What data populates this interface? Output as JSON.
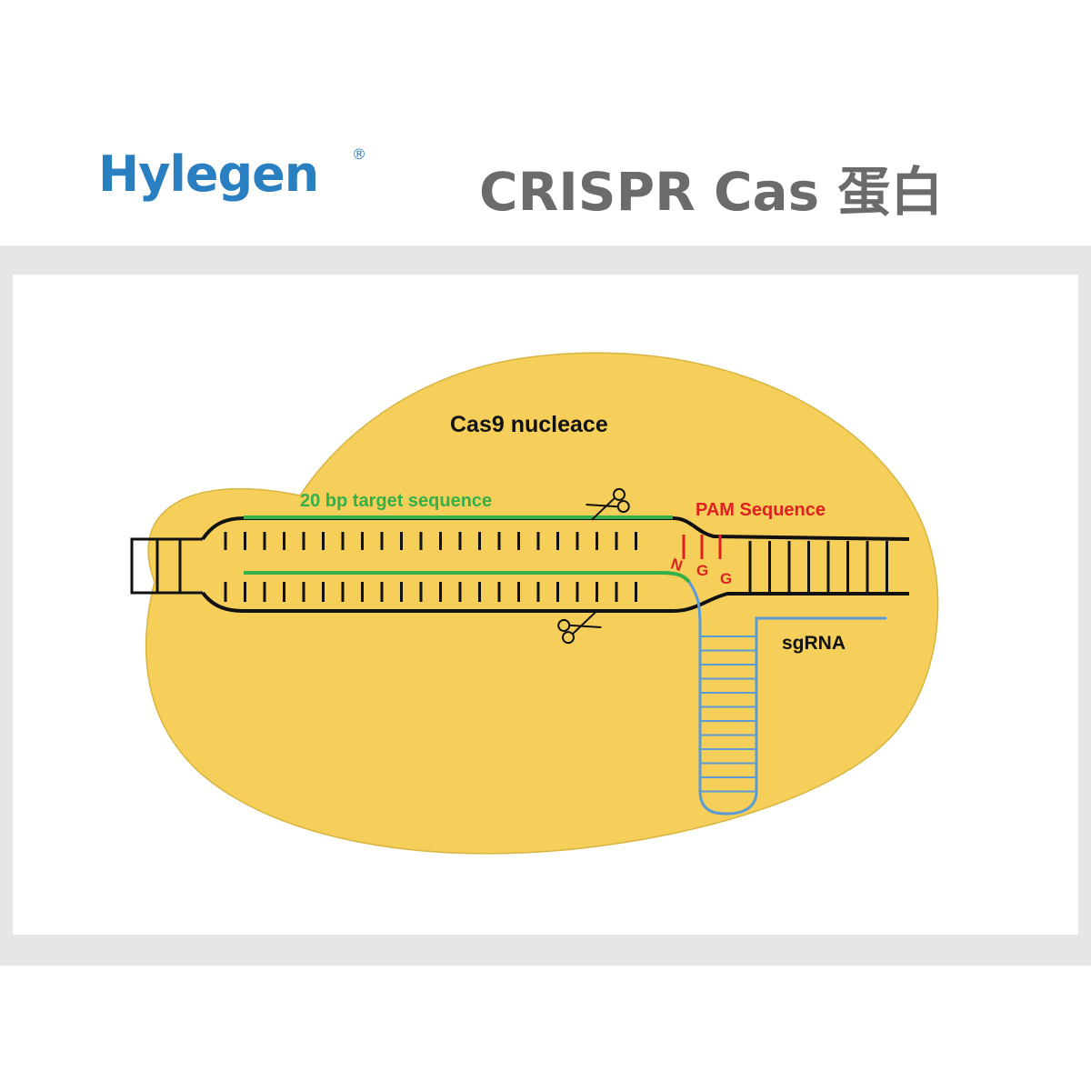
{
  "header": {
    "brand": "Hylegen",
    "registered_mark": "®",
    "title": "CRISPR Cas 蛋白"
  },
  "diagram": {
    "protein_label": "Cas9 nucleace",
    "target_label": "20 bp target sequence",
    "pam_label": "PAM Sequence",
    "pam_bases": [
      "N",
      "G",
      "G"
    ],
    "sgrna_label": "sgRNA"
  },
  "colors": {
    "brand": "#2a7fc1",
    "title": "#6b6b6b",
    "panel_frame": "#e6e6e6",
    "protein_fill": "#f5cf5a",
    "dna_strand": "#111111",
    "target_strand": "#33b04a",
    "pam": "#e02020",
    "sgrna": "#5b9bd5"
  },
  "icons": [
    "scissors-icon-top",
    "scissors-icon-bottom"
  ]
}
